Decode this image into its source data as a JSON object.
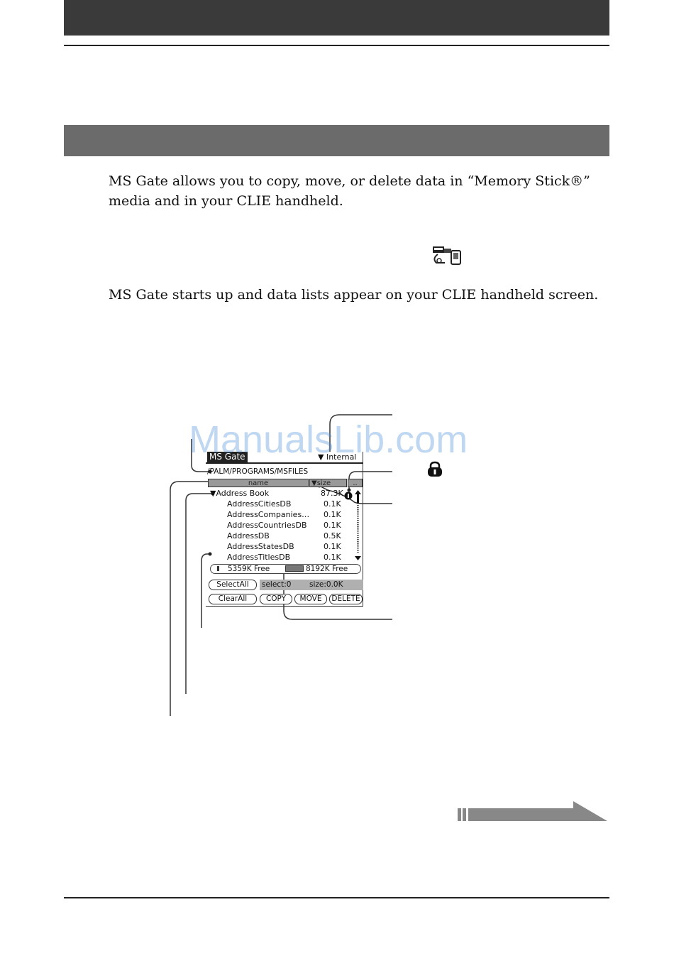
{
  "document": {
    "intro_line1": "MS Gate allows you to copy, move, or delete data in “Memory Stick®”",
    "intro_line2": "media and in your CLIE handheld.",
    "startup_text": "MS Gate starts up and data lists appear on your CLIE handheld screen.",
    "watermark": "ManualsLib.com",
    "app_icon": "ms-gate-app-icon",
    "lock_icon": "lock-icon",
    "next_page_icon": "continue-arrow-icon"
  },
  "screen": {
    "app_title": "MS Gate",
    "drive_label": "Internal",
    "path": "/PALM/PROGRAMS/MSFILES",
    "col_name": "name",
    "col_size": "size",
    "col_dots": "..",
    "group": {
      "label": "Address Book",
      "size": "87.3K"
    },
    "files": [
      {
        "name": "AddressCitiesDB",
        "size": "0.1K"
      },
      {
        "name": "AddressCompanies…",
        "size": "0.1K"
      },
      {
        "name": "AddressCountriesDB",
        "size": "0.1K"
      },
      {
        "name": "AddressDB",
        "size": "0.5K"
      },
      {
        "name": "AddressStatesDB",
        "size": "0.1K"
      },
      {
        "name": "AddressTitlesDB",
        "size": "0.1K"
      }
    ],
    "ms_free": "5359K Free",
    "internal_free": "8192K Free",
    "select_all": "SelectAll",
    "clear_all": "ClearAll",
    "select_count": "select:0",
    "select_size": "size:0.0K",
    "copy": "COPY",
    "move": "MOVE",
    "delete": "DELETE"
  }
}
